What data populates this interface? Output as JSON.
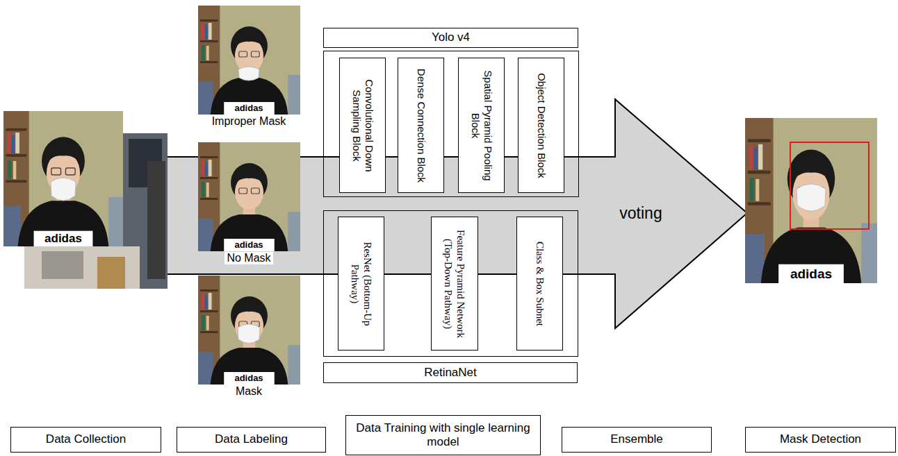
{
  "diagram": {
    "nodes": [
      {
        "text": [
          "Yolo v4"
        ]
      },
      {
        "text": [
          "Convolutional Down Sampling Block"
        ]
      },
      {
        "text": [
          "Dense Connection Block"
        ]
      },
      {
        "text": [
          "Spatial Pyramid Pooling Block"
        ]
      },
      {
        "text": [
          "Object Detection Block"
        ]
      },
      {
        "text": [
          "ResNet (Bottom-Up Pathway)"
        ]
      },
      {
        "text": [
          "Feature Pyramid Network (Top-Down Pathway)"
        ]
      },
      {
        "text": [
          "Class & Box Subnet"
        ]
      },
      {
        "text": [
          "RetinaNet"
        ]
      },
      {
        "text": [
          "Data Collection"
        ]
      },
      {
        "text": [
          "Data Labeling"
        ]
      },
      {
        "text": [
          "Data Training with single learning model"
        ]
      },
      {
        "text": [
          "Ensemble"
        ]
      },
      {
        "text": [
          "Mask Detection"
        ]
      }
    ],
    "labels": [
      "Improper Mask",
      "No Mask",
      "Mask",
      "voting",
      "adidas",
      "adidas",
      "adidas",
      "adidas",
      "adidas"
    ]
  }
}
